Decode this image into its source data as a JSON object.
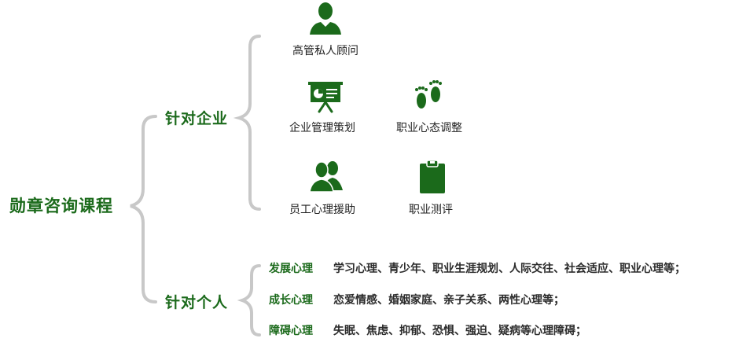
{
  "root": "勋章咨询课程",
  "enterprise": {
    "label": "针对企业",
    "items": [
      {
        "icon": "person-icon",
        "label": "高管私人顾问"
      },
      {
        "icon": "presentation-board-icon",
        "label": "企业管理策划"
      },
      {
        "icon": "footprints-icon",
        "label": "职业心态调整"
      },
      {
        "icon": "group-people-icon",
        "label": "员工心理援助"
      },
      {
        "icon": "clipboard-icon",
        "label": "职业测评"
      }
    ]
  },
  "individual": {
    "label": "针对个人",
    "rows": [
      {
        "category": "发展心理",
        "detail": "学习心理、青少年、职业生涯规划、人际交往、社会适应、职业心理等；"
      },
      {
        "category": "成长心理",
        "detail": "恋爱情感、婚姻家庭、亲子关系、两性心理等；"
      },
      {
        "category": "障碍心理",
        "detail": "失眠、焦虑、抑郁、恐惧、强迫、疑病等心理障碍；"
      }
    ]
  },
  "colors": {
    "brand": "#1b6a1b",
    "bracket": "#c8c8c8"
  }
}
